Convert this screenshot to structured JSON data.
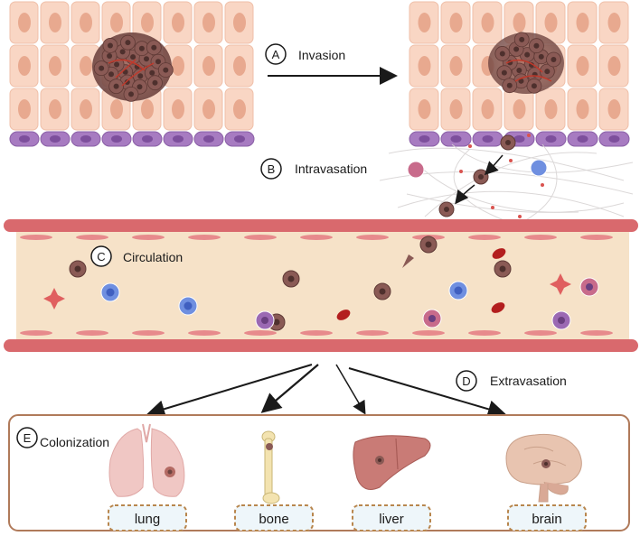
{
  "steps": {
    "invasion": {
      "letter": "A",
      "label": "Invasion"
    },
    "intravasation": {
      "letter": "B",
      "label": "Intravasation"
    },
    "circulation": {
      "letter": "C",
      "label": "Circulation"
    },
    "extravasation": {
      "letter": "D",
      "label": "Extravasation"
    },
    "colonization": {
      "letter": "E",
      "label": "Colonization"
    }
  },
  "organs": [
    {
      "name": "lung"
    },
    {
      "name": "bone"
    },
    {
      "name": "liver"
    },
    {
      "name": "brain"
    }
  ],
  "colors": {
    "epithelial_cell": "#f9d6c4",
    "epithelial_nucleus": "#e8a98f",
    "basement_cell": "#a77bc1",
    "tumor": "#8a5a55",
    "vessel_wall": "#d9696d",
    "vessel_lumen": "#f6e2c8",
    "organ_box": "#b07a5a",
    "label_box": "#b8864d"
  }
}
